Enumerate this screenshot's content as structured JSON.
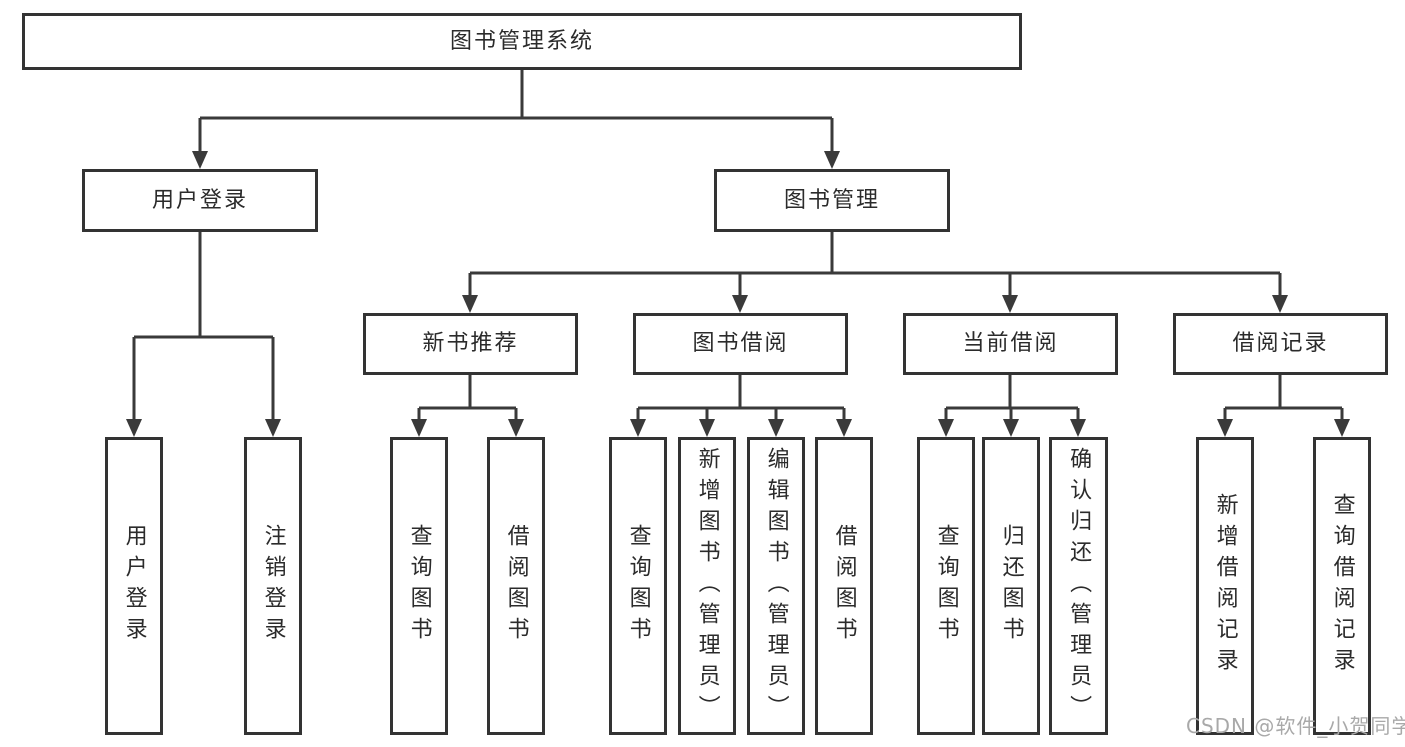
{
  "diagram": {
    "title": "图书管理系统",
    "nodes": {
      "root": "图书管理系统",
      "user_login": "用户登录",
      "book_management": "图书管理",
      "new_book_recommend": "新书推荐",
      "book_borrow": "图书借阅",
      "current_borrow": "当前借阅",
      "borrow_records": "借阅记录"
    },
    "leaves": {
      "user_login": [
        "用户登录",
        "注销登录"
      ],
      "new_book_recommend": [
        "查询图书",
        "借阅图书"
      ],
      "book_borrow": [
        "查询图书",
        "新增图书（管理员）",
        "编辑图书（管理员）",
        "借阅图书"
      ],
      "current_borrow": [
        "查询图书",
        "归还图书",
        "确认归还（管理员）"
      ],
      "borrow_records": [
        "新增借阅记录",
        "查询借阅记录"
      ]
    },
    "watermark": "CSDN @软件_小贺同学",
    "colors": {
      "line": "#3a3a3a",
      "box_border": "#333333",
      "text": "#2b2b2b",
      "watermark": "#a9a9a9",
      "background": "#ffffff"
    }
  }
}
